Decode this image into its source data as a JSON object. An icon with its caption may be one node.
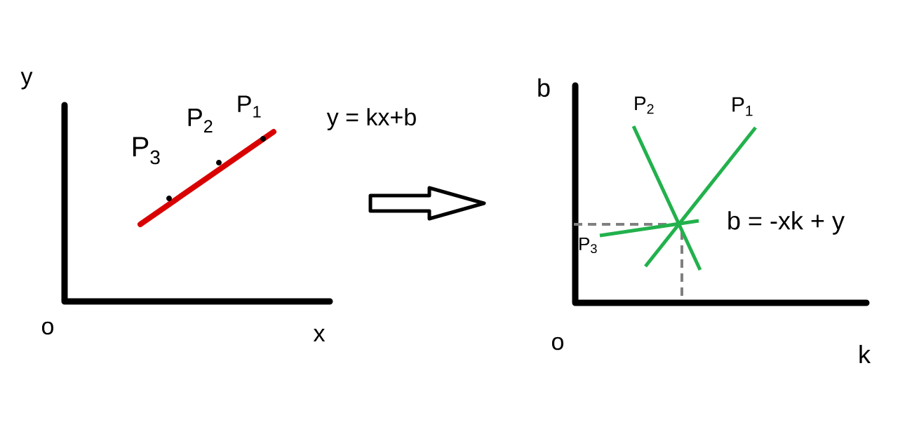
{
  "diagram": {
    "labels": [
      "y",
      "P$_{3}$",
      "P$_{2}$",
      "P$_{1}$",
      "y = kx+b",
      "o",
      "x",
      "b",
      "P$_{2}$",
      "P$_{1}$",
      "b = -xk + y",
      "P$_{3}$",
      "o",
      "k"
    ]
  }
}
